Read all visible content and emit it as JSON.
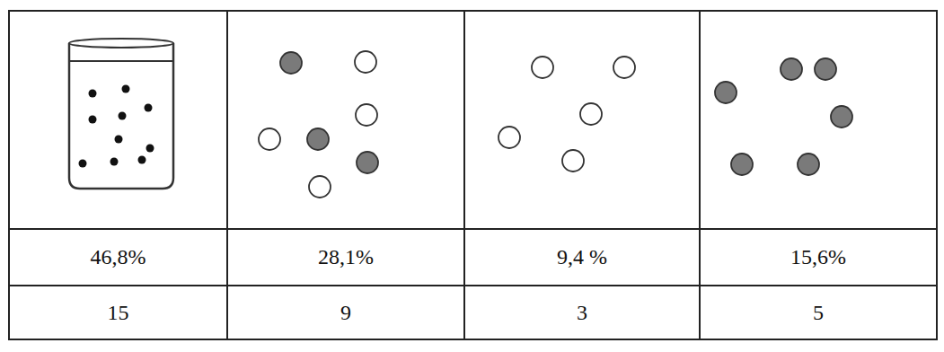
{
  "diagram": {
    "labels": [
      "46,8%",
      "28,1%",
      "9,4 %",
      "15,6%",
      "15",
      "9",
      "3",
      "5"
    ]
  }
}
